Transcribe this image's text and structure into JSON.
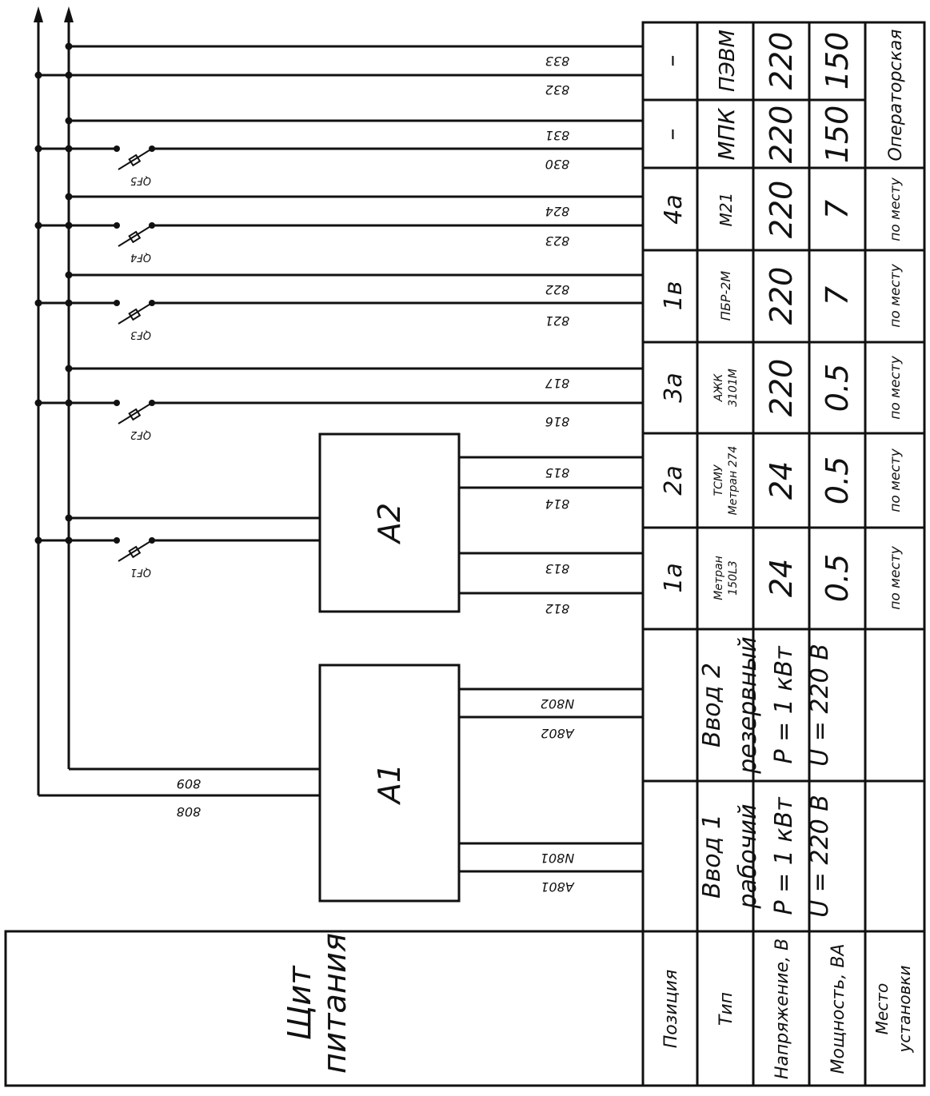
{
  "panel": {
    "line1": "Щит",
    "line2": "питания"
  },
  "row_headers": [
    "Позиция",
    "Тип",
    "Напряжение, В",
    "Мощность, ВА",
    "Место",
    "установки"
  ],
  "inputs": [
    {
      "title": "Ввод 1",
      "kind": "рабочий",
      "power": "P = 1 кВт",
      "voltage": "U = 220 В"
    },
    {
      "title": "Ввод 2",
      "kind": "резервный",
      "power": "P = 1 кВт",
      "voltage": "U = 220 В"
    }
  ],
  "devices": [
    {
      "pos": "1а",
      "type1": "Метран",
      "type2": "150L3",
      "voltage": "24",
      "power": "0.5",
      "place": "по месту"
    },
    {
      "pos": "2а",
      "type1": "ТСМУ",
      "type2": "Метран 274",
      "voltage": "24",
      "power": "0.5",
      "place": "по месту"
    },
    {
      "pos": "3а",
      "type1": "АЖК",
      "type2": "3101М",
      "voltage": "220",
      "power": "0.5",
      "place": "по месту"
    },
    {
      "pos": "1в",
      "type1": "ПБР-2М",
      "type2": "",
      "voltage": "220",
      "power": "7",
      "place": "по месту"
    },
    {
      "pos": "4а",
      "type1": "М21",
      "type2": "",
      "voltage": "220",
      "power": "7",
      "place": "по месту"
    },
    {
      "pos": "–",
      "type1": "МПК",
      "type2": "",
      "voltage": "220",
      "power": "150",
      "place": ""
    },
    {
      "pos": "–",
      "type1": "ПЭВМ",
      "type2": "",
      "voltage": "220",
      "power": "150",
      "place": ""
    }
  ],
  "operator_place": "Операторская",
  "blocks": {
    "a1": "А1",
    "a2": "А2"
  },
  "breakers": [
    "QF1",
    "QF2",
    "QF3",
    "QF4",
    "QF5"
  ],
  "wires": {
    "w833": "833",
    "w832": "832",
    "w831": "831",
    "w830": "830",
    "w824": "824",
    "w823": "823",
    "w822": "822",
    "w821": "821",
    "w817": "817",
    "w816": "816",
    "w815": "815",
    "w814": "814",
    "w813": "813",
    "w812": "812",
    "n802": "N802",
    "a802": "A802",
    "n801": "N801",
    "a801": "A801",
    "w809": "809",
    "w808": "808"
  }
}
